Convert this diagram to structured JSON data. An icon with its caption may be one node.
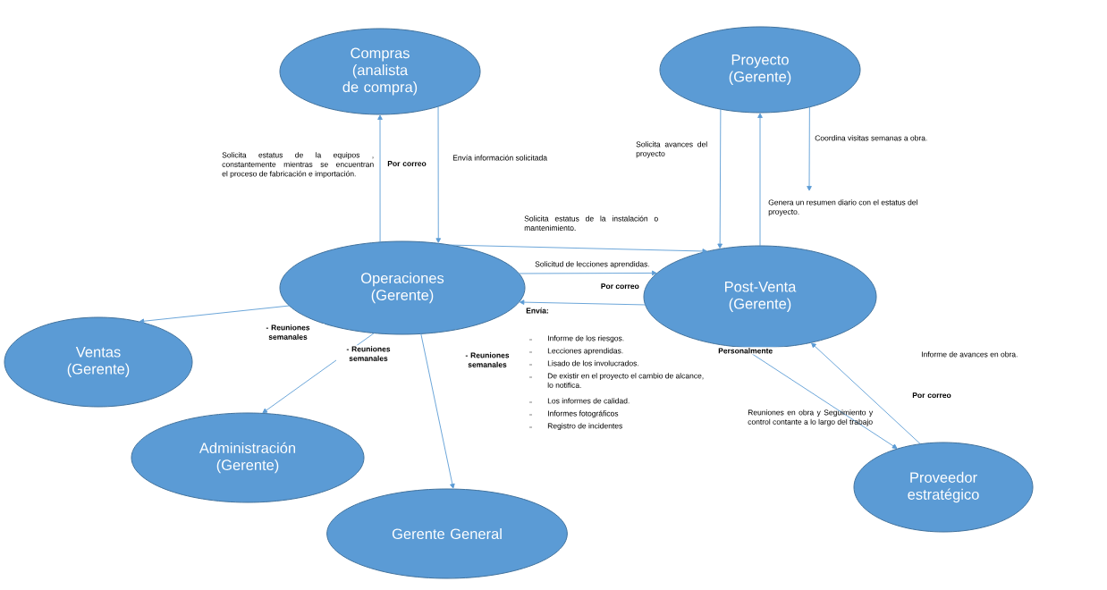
{
  "diagram": {
    "nodes": [
      {
        "text": [
          "Compras (analista de compra)"
        ]
      },
      {
        "text": [
          "Proyecto (Gerente)"
        ]
      },
      {
        "text": [
          "Operaciones (Gerente)"
        ]
      },
      {
        "text": [
          "Post-Venta (Gerente)"
        ]
      },
      {
        "text": [
          "Ventas (Gerente)"
        ]
      },
      {
        "text": [
          "Administración (Gerente)"
        ]
      },
      {
        "text": [
          "Gerente General"
        ]
      },
      {
        "text": [
          "Proveedor estratégico"
        ]
      }
    ],
    "edges": [
      {
        "from": 2,
        "to": 0,
        "arrow": "to",
        "label": "Por correo"
      },
      {
        "from": 0,
        "to": 2,
        "arrow": "to",
        "label": "Envía información solicitada"
      },
      {
        "from": 3,
        "to": 1,
        "arrow": "to",
        "label": "Genera un resumen diario con el estatus del proyecto."
      },
      {
        "from": 1,
        "to": 3,
        "arrow": "to",
        "label": "Solicita avances del proyecto"
      },
      {
        "from": 1,
        "to": null,
        "arrow": "to",
        "label": "Coordina visitas semanas a obra."
      },
      {
        "from": 2,
        "to": 3,
        "arrow": "to",
        "label": "Solicita estatus de la instalación o mantenimiento."
      },
      {
        "from": 2,
        "to": 3,
        "arrow": "to",
        "label": "Solicitud de lecciones aprendidas."
      },
      {
        "from": 3,
        "to": 2,
        "arrow": "to",
        "label": "Por correo"
      },
      {
        "from": 2,
        "to": 4,
        "arrow": "to",
        "label": "- Reuniones semanales"
      },
      {
        "from": 2,
        "to": 5,
        "arrow": "to",
        "label": "- Reuniones semanales"
      },
      {
        "from": 2,
        "to": 6,
        "arrow": "to",
        "label": "- Reuniones semanales"
      },
      {
        "from": 3,
        "to": 7,
        "arrow": "to",
        "label": "Personalmente"
      },
      {
        "from": 7,
        "to": 3,
        "arrow": "to",
        "label": "Por correo"
      }
    ],
    "labels": [
      "Solicita estatus de la equipos , constantemente mientras se encuentran el proceso de fabricación e importación.",
      "Envía:",
      "Informe de los riesgos.",
      "Lecciones aprendidas.",
      "Lisado de los involucrados.",
      "De existir en el proyecto el cambio de alcance, lo notifica.",
      "Los informes de calidad.",
      "Informes fotográficos",
      "Registro de incidentes",
      "Reuniones en obra y Seguimiento y control contante a lo largo del trabajo",
      "Informe de avances en obra."
    ]
  }
}
